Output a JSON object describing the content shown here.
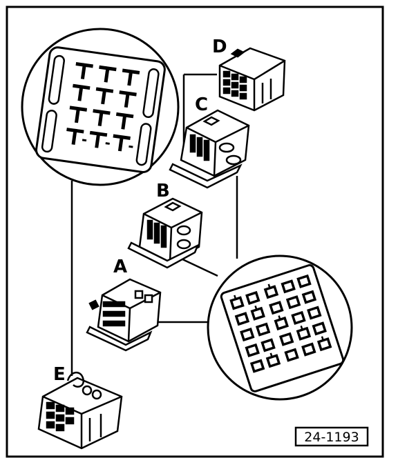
{
  "labels": {
    "a": "A",
    "b": "B",
    "c": "C",
    "d": "D",
    "e": "E"
  },
  "figure_number": "24-1193"
}
